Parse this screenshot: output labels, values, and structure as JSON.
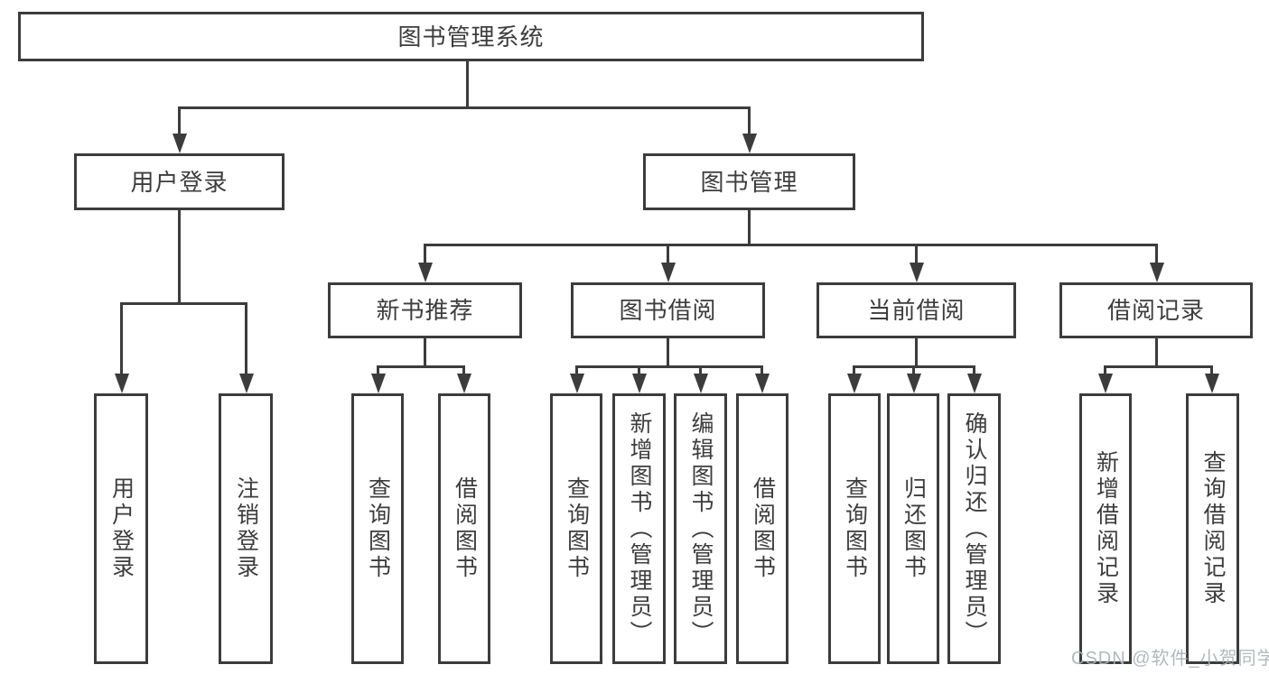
{
  "tree": {
    "root": {
      "label": "图书管理系统"
    },
    "children": [
      {
        "label": "用户登录",
        "children": [
          {
            "label": "用户登录"
          },
          {
            "label": "注销登录"
          }
        ]
      },
      {
        "label": "图书管理",
        "children": [
          {
            "label": "新书推荐",
            "children": [
              {
                "label": "查询图书"
              },
              {
                "label": "借阅图书"
              }
            ]
          },
          {
            "label": "图书借阅",
            "children": [
              {
                "label": "查询图书"
              },
              {
                "label": "新增图书（管理员）"
              },
              {
                "label": "编辑图书（管理员）"
              },
              {
                "label": "借阅图书"
              }
            ]
          },
          {
            "label": "当前借阅",
            "children": [
              {
                "label": "查询图书"
              },
              {
                "label": "归还图书"
              },
              {
                "label": "确认归还（管理员）"
              }
            ]
          },
          {
            "label": "借阅记录",
            "children": [
              {
                "label": "新增借阅记录"
              },
              {
                "label": "查询借阅记录"
              }
            ]
          }
        ]
      }
    ]
  },
  "watermark": "CSDN @软件_小贺同学",
  "colors": {
    "line": "#3c3c3c",
    "text": "#3d3d3d",
    "box_bg": "#ffffff",
    "watermark": "#aeb3b8"
  }
}
